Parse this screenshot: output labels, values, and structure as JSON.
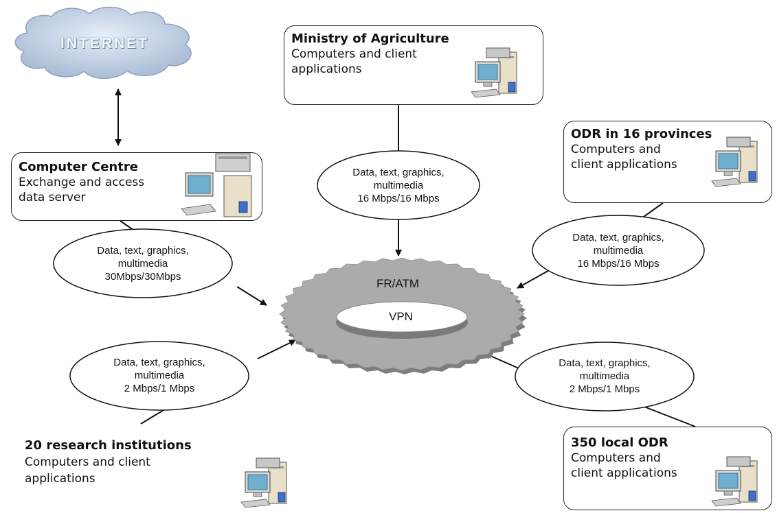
{
  "internet": {
    "label": "INTERNET"
  },
  "network": {
    "outer_label": "FR/ATM",
    "inner_label": "VPN"
  },
  "nodes": {
    "ministry": {
      "title": "Ministry of Agriculture",
      "lines": [
        "Computers and client",
        "applications"
      ]
    },
    "computer_centre": {
      "title": "Computer Centre",
      "lines": [
        "Exchange and access",
        "data server"
      ]
    },
    "odr16": {
      "title": "ODR in 16 provinces",
      "lines": [
        "Computers and",
        "client applications"
      ]
    },
    "research": {
      "title": "20 research institutions",
      "lines": [
        "Computers and client",
        "applications"
      ]
    },
    "local_odr": {
      "title": "350 local ODR",
      "lines": [
        "Computers and",
        "client applications"
      ]
    }
  },
  "links": {
    "ministry": {
      "lines": [
        "Data, text, graphics,",
        "multimedia",
        "16 Mbps/16 Mbps"
      ]
    },
    "computer_centre": {
      "lines": [
        "Data, text, graphics,",
        "multimedia",
        "30Mbps/30Mbps"
      ]
    },
    "odr16": {
      "lines": [
        "Data, text, graphics,",
        "multimedia",
        "16 Mbps/16 Mbps"
      ]
    },
    "research": {
      "lines": [
        "Data, text, graphics,",
        "multimedia",
        "2 Mbps/1 Mbps"
      ]
    },
    "local_odr": {
      "lines": [
        "Data, text, graphics,",
        "multimedia",
        "2 Mbps/1 Mbps"
      ]
    }
  },
  "colors": {
    "cloud_gray": "#a9a9a9",
    "cloud_dark": "#808080",
    "internet_blue": "#b8c8dc",
    "line": "#111111"
  }
}
